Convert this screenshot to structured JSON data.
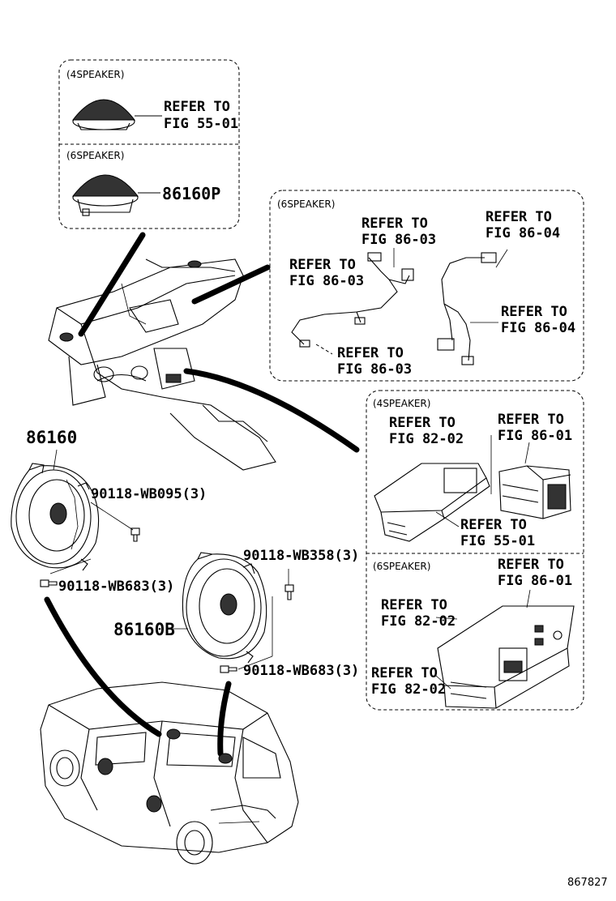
{
  "tweeter_box": {
    "label_4speaker": "(4SPEAKER)",
    "ref_4speaker_line1": "REFER TO",
    "ref_4speaker_line2": "FIG 55-01",
    "label_6speaker": "(6SPEAKER)",
    "part_6speaker": "86160P"
  },
  "wiring_box": {
    "label": "(6SPEAKER)",
    "ref_a_line1": "REFER TO",
    "ref_a_line2": "FIG 86-03",
    "ref_b_line1": "REFER TO",
    "ref_b_line2": "FIG 86-04",
    "ref_c_line1": "REFER TO",
    "ref_c_line2": "FIG 86-03",
    "ref_d_line1": "REFER TO",
    "ref_d_line2": "FIG 86-04",
    "ref_e_line1": "REFER TO",
    "ref_e_line2": "FIG 86-03"
  },
  "jack_box": {
    "label_4speaker": "(4SPEAKER)",
    "ref_a_line1": "REFER TO",
    "ref_a_line2": "FIG 82-02",
    "ref_b_line1": "REFER TO",
    "ref_b_line2": "FIG 86-01",
    "ref_c_line1": "REFER TO",
    "ref_c_line2": "FIG 55-01",
    "label_6speaker": "(6SPEAKER)",
    "ref_d_line1": "REFER TO",
    "ref_d_line2": "FIG 86-01",
    "ref_e_line1": "REFER TO",
    "ref_e_line2": "FIG 82-02",
    "ref_f_line1": "REFER TO",
    "ref_f_line2": "FIG 82-02"
  },
  "parts": {
    "front_speaker": "86160",
    "screw_front_top": "90118-WB095(3)",
    "screw_front_bottom": "90118-WB683(3)",
    "rear_speaker": "86160B",
    "screw_rear_top": "90118-WB358(3)",
    "screw_rear_bottom": "90118-WB683(3)"
  },
  "figure_number": "867827"
}
